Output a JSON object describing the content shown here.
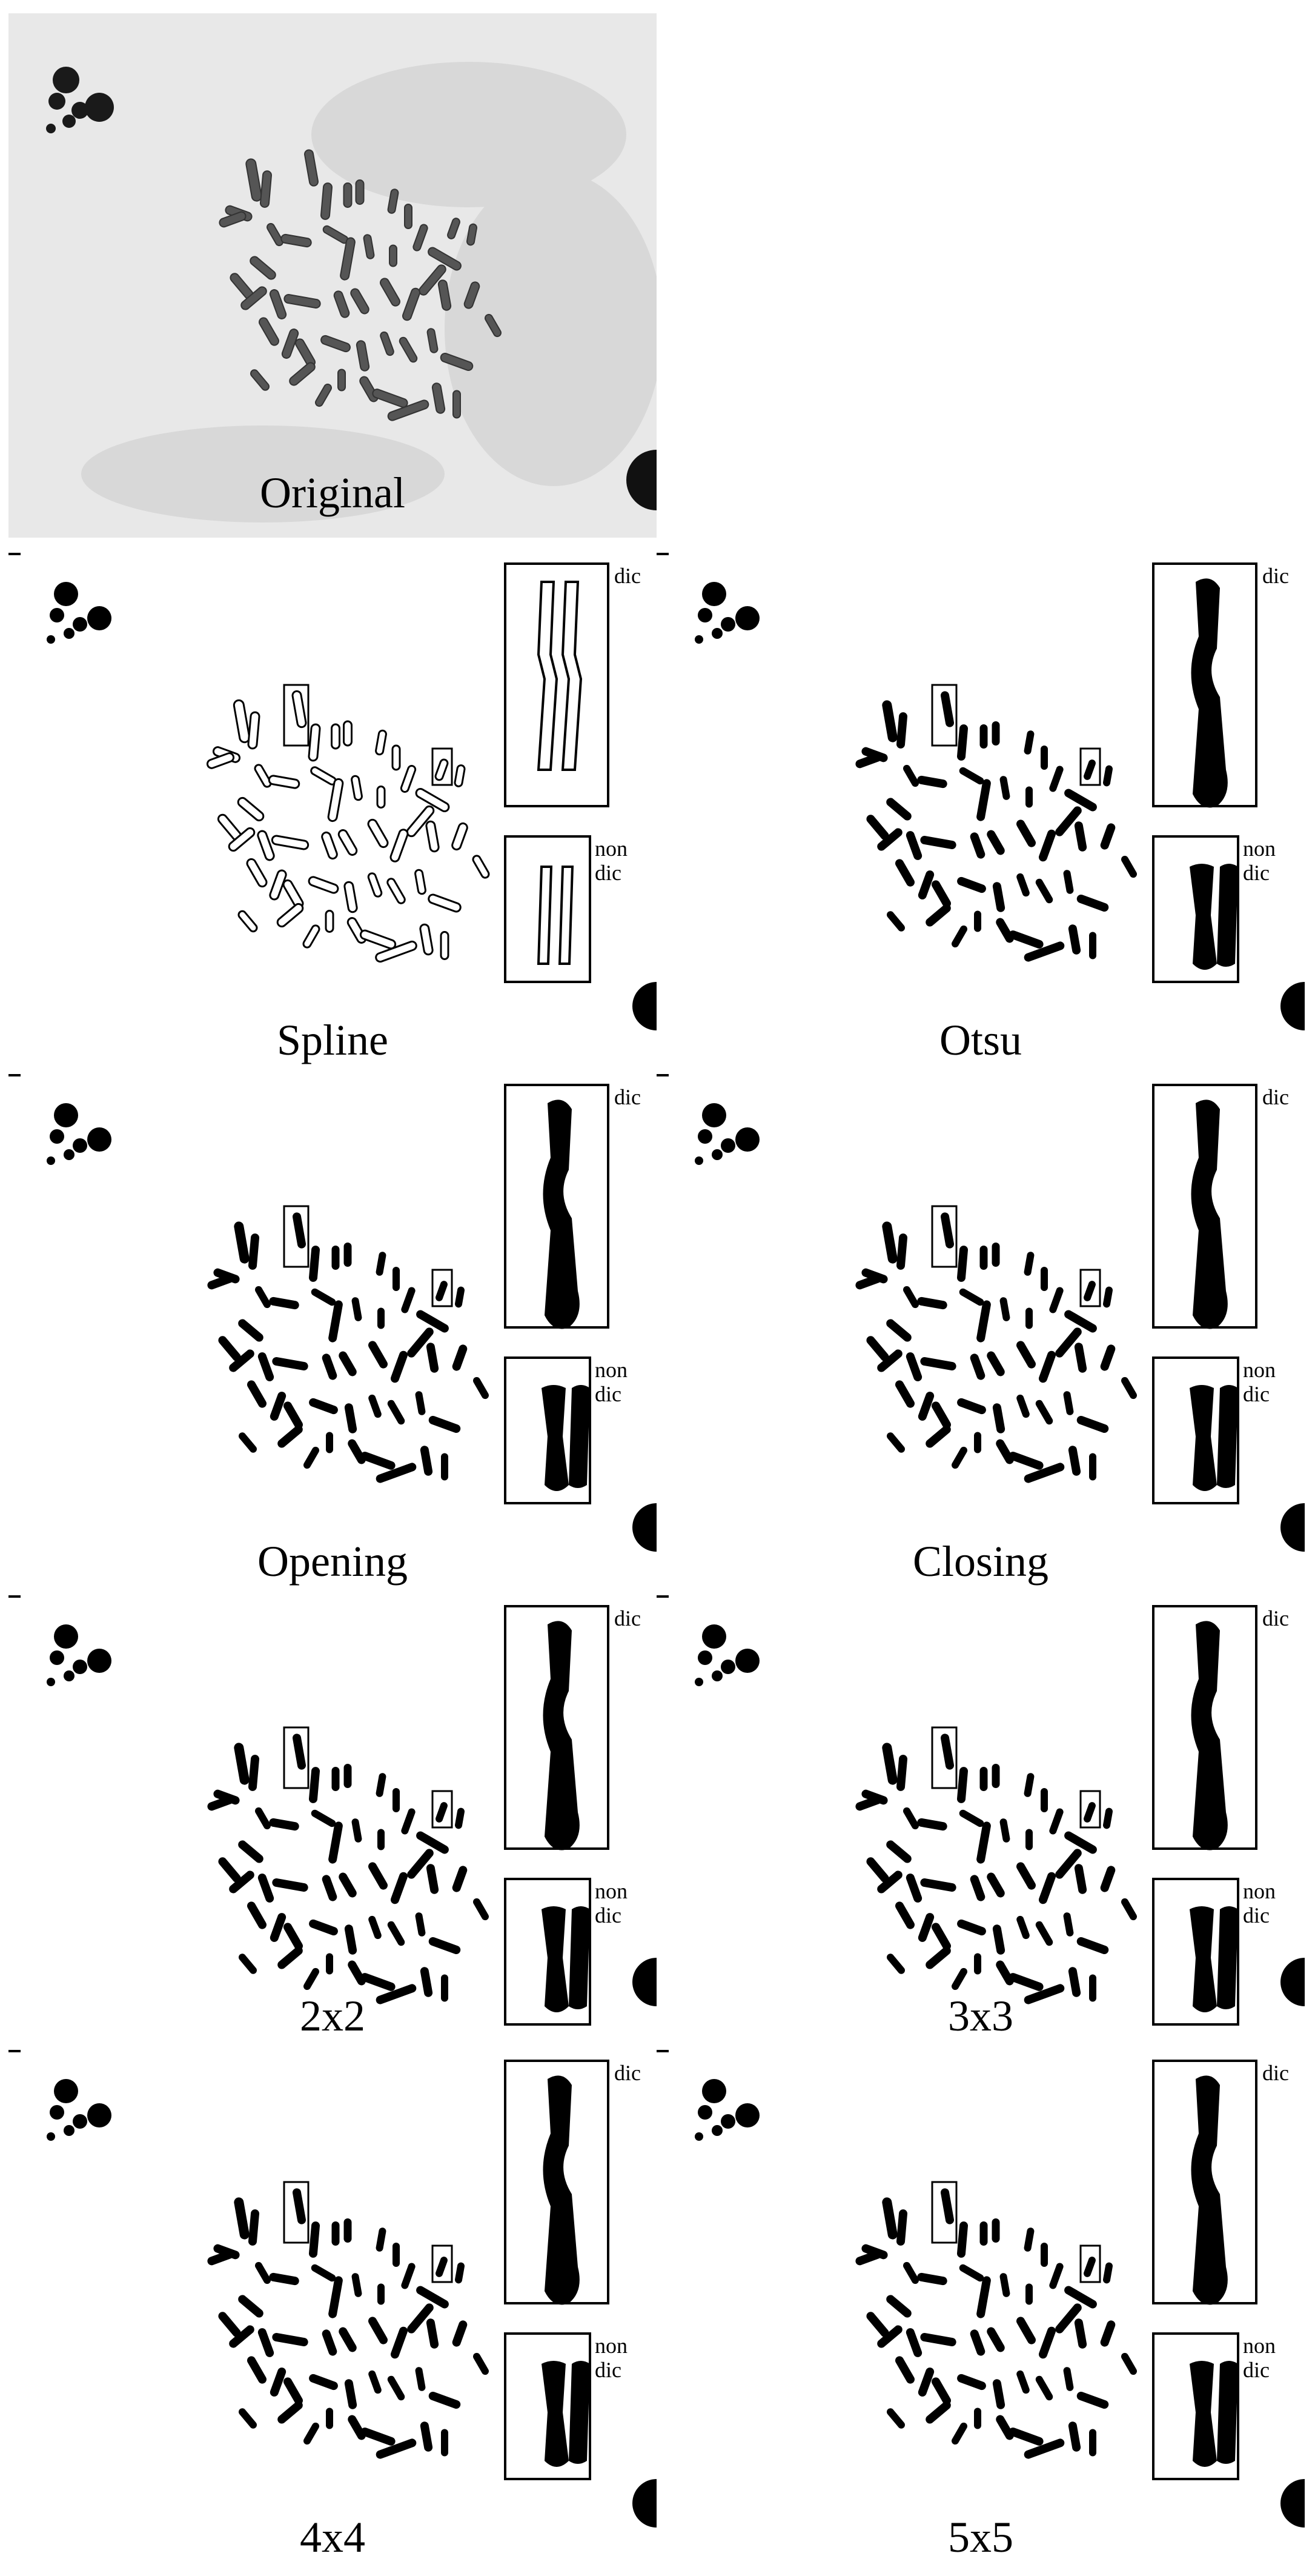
{
  "figure": {
    "original": {
      "caption": "Original"
    },
    "panels": [
      {
        "id": "spline",
        "caption": "Spline",
        "inset_top": "dic",
        "inset_bottom": "non dic",
        "style": "outline"
      },
      {
        "id": "otsu",
        "caption": "Otsu",
        "inset_top": "dic",
        "inset_bottom": "non dic",
        "style": "solid"
      },
      {
        "id": "opening",
        "caption": "Opening",
        "inset_top": "dic",
        "inset_bottom": "non dic",
        "style": "solid"
      },
      {
        "id": "closing",
        "caption": "Closing",
        "inset_top": "dic",
        "inset_bottom": "non dic",
        "style": "solid"
      },
      {
        "id": "k2x2",
        "caption": "2x2",
        "inset_top": "dic",
        "inset_bottom": "non dic",
        "style": "solid"
      },
      {
        "id": "k3x3",
        "caption": "3x3",
        "inset_top": "dic",
        "inset_bottom": "non dic",
        "style": "solid"
      },
      {
        "id": "k4x4",
        "caption": "4x4",
        "inset_top": "dic",
        "inset_bottom": "non dic",
        "style": "solid"
      },
      {
        "id": "k5x5",
        "caption": "5x5",
        "inset_top": "dic",
        "inset_bottom": "non dic",
        "style": "solid"
      }
    ],
    "colors": {
      "background": "#ffffff",
      "ink": "#000000",
      "micrograph_bg": "#e8e8e8",
      "chromosome_gray": "#555555"
    }
  }
}
